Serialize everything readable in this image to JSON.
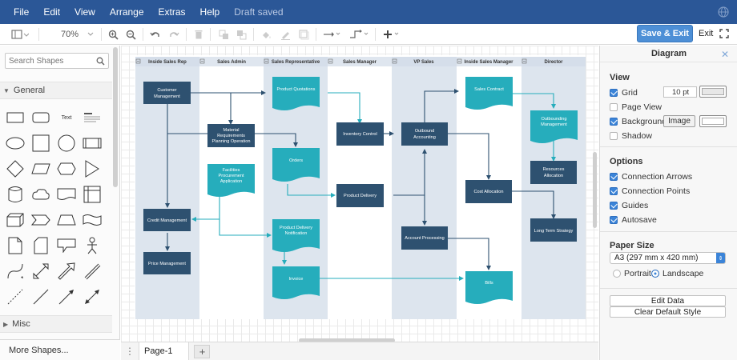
{
  "menu": {
    "items": [
      "File",
      "Edit",
      "View",
      "Arrange",
      "Extras",
      "Help"
    ],
    "status": "Draft saved"
  },
  "toolbar": {
    "zoom": "70%",
    "save_exit": "Save & Exit",
    "exit": "Exit"
  },
  "sidebar": {
    "search_placeholder": "Search Shapes",
    "general_label": "General",
    "text_shape_label": "Text",
    "misc_label": "Misc",
    "more_shapes": "More Shapes..."
  },
  "page": {
    "tab_label": "Page-1"
  },
  "diagram": {
    "lanes": [
      "Inside Sales Rep",
      "Sales Admin",
      "Sales Representative",
      "Sales Manager",
      "VP Sales",
      "Inside Sales Manager",
      "Director"
    ],
    "nodes": {
      "customer_management": [
        "Customer",
        "Management"
      ],
      "material_requirements": [
        "Material",
        "Requirements",
        "Planning Operation"
      ],
      "facilities_procurement": [
        "Facilities",
        "Procurement",
        "Application"
      ],
      "credit_management": [
        "Credit Management"
      ],
      "price_management": [
        "Price Management"
      ],
      "product_quotations": [
        "Product Quotations"
      ],
      "orders": [
        "Orders"
      ],
      "product_delivery_notification": [
        "Product Delivery",
        "Notification"
      ],
      "invoice": [
        "Invoice"
      ],
      "inventory_control": [
        "Inventory Control"
      ],
      "product_delivery": [
        "Product Delivery"
      ],
      "outbound_accounting": [
        "Outbound",
        "Accounting"
      ],
      "account_processing": [
        "Account Processing"
      ],
      "sales_contract": [
        "Sales Contract"
      ],
      "cost_allocation": [
        "Cost Allocation"
      ],
      "bills": [
        "Bills"
      ],
      "outbounding_management": [
        "Outbounding",
        "Management"
      ],
      "resources_allocation": [
        "Resources",
        "Allocation"
      ],
      "long_term_strategy": [
        "Long Term Strategy"
      ]
    },
    "colors": {
      "dark_node": "#2e5170",
      "teal_node": "#26adbc",
      "lane_light": "#dde5ee",
      "lane_dark": "#d2dce8",
      "dark_edge": "#2e5170",
      "teal_edge": "#26adbc"
    }
  },
  "format_panel": {
    "title": "Diagram",
    "view_heading": "View",
    "grid_label": "Grid",
    "grid_size": "10 pt",
    "page_view_label": "Page View",
    "background_label": "Background",
    "image_button": "Image",
    "shadow_label": "Shadow",
    "options_heading": "Options",
    "connection_arrows": "Connection Arrows",
    "connection_points": "Connection Points",
    "guides": "Guides",
    "autosave": "Autosave",
    "paper_size_heading": "Paper Size",
    "paper_size_value": "A3 (297 mm x 420 mm)",
    "portrait": "Portrait",
    "landscape": "Landscape",
    "edit_data": "Edit Data",
    "clear_default_style": "Clear Default Style"
  },
  "checkbox_states": {
    "grid": true,
    "page_view": false,
    "background": true,
    "shadow": false,
    "connection_arrows": true,
    "connection_points": true,
    "guides": true,
    "autosave": true,
    "orientation": "landscape"
  },
  "icons": [
    "globe-icon",
    "layout-icon",
    "zoom-in-icon",
    "zoom-out-icon",
    "undo-icon",
    "redo-icon",
    "delete-icon",
    "to-front-icon",
    "to-back-icon",
    "fill-color-icon",
    "line-color-icon",
    "shadow-icon",
    "connection-icon",
    "waypoints-icon",
    "insert-icon",
    "fullscreen-icon",
    "search-icon"
  ]
}
